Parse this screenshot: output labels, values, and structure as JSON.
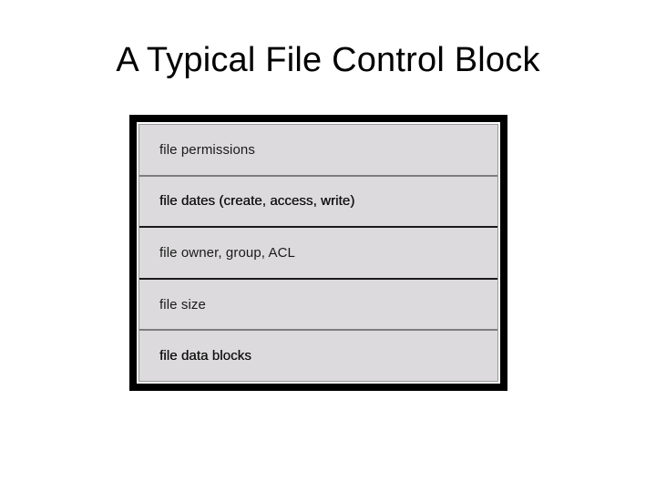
{
  "slide": {
    "background_color": "#ffffff",
    "title": "A Typical File Control Block"
  },
  "diagram": {
    "name": "file-control-block",
    "frame_color": "#000000",
    "cell_fill_color": "#dcdadc",
    "divider_gray_color": "#7d7d7d",
    "divider_black_color": "#1a1a1a",
    "text_color": "#1b1b1b",
    "rows": [
      {
        "label": "file permissions",
        "divider_above": "none",
        "emphasis": "normal"
      },
      {
        "label": "file dates (create, access, write)",
        "divider_above": "gray",
        "emphasis": "heavy"
      },
      {
        "label": "file owner, group, ACL",
        "divider_above": "black",
        "emphasis": "normal"
      },
      {
        "label": "file size",
        "divider_above": "black",
        "emphasis": "normal"
      },
      {
        "label": "file data blocks",
        "divider_above": "gray",
        "emphasis": "heavy"
      }
    ]
  }
}
